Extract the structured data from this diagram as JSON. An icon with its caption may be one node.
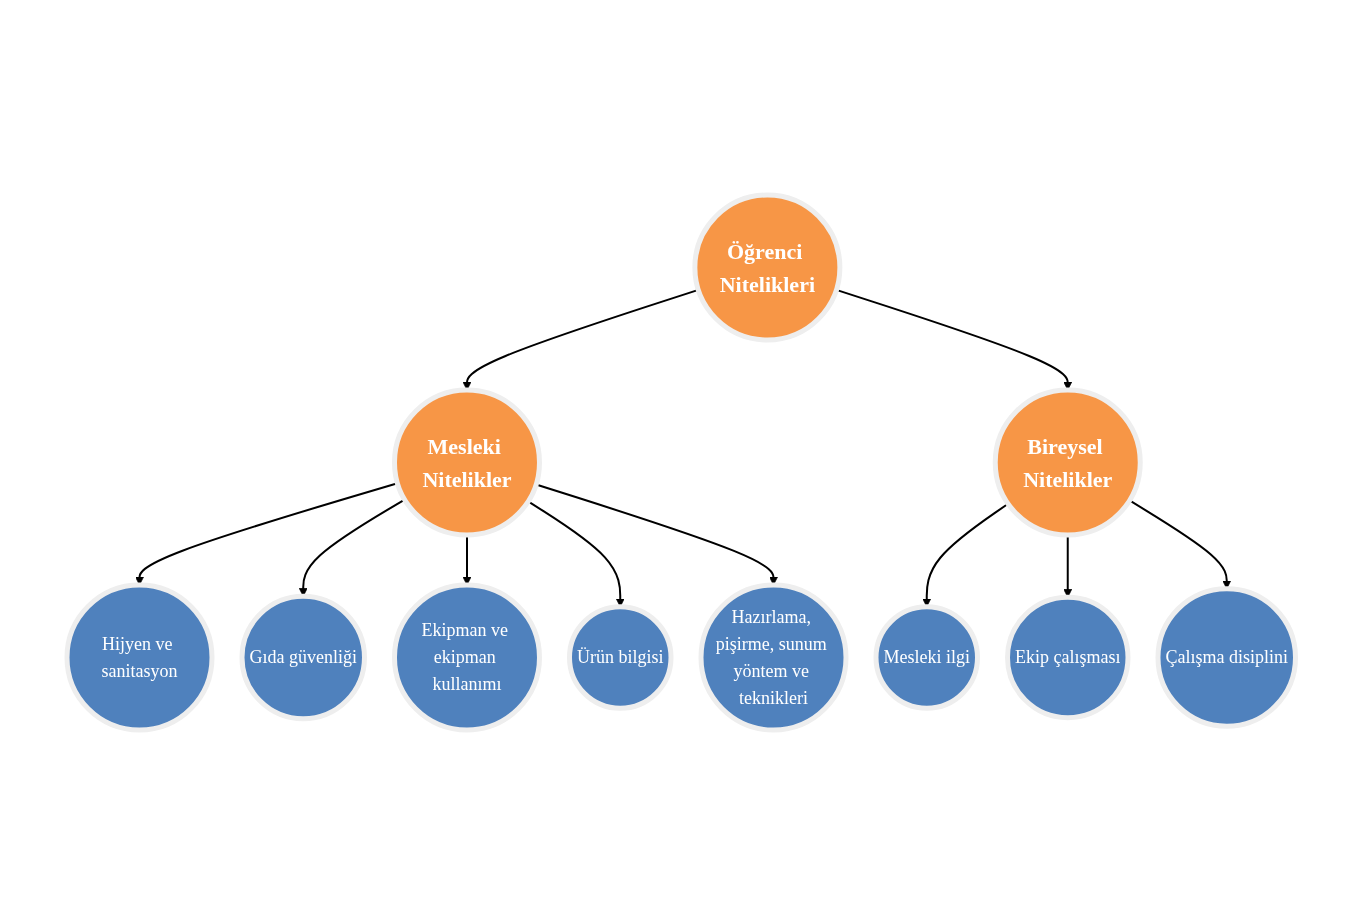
{
  "diagram": {
    "nodes": [
      {
        "text": [
          "Öğrenci Nitelikleri"
        ]
      },
      {
        "text": [
          "Hijyen ve sanitasyon"
        ]
      },
      {
        "text": [
          "Mesleki Nitelikler"
        ]
      },
      {
        "text": [
          "Bireysel Nitelikler"
        ]
      },
      {
        "text": [
          "Mesleki ilgi"
        ]
      },
      {
        "text": [
          "Gıda güvenliği"
        ]
      },
      {
        "text": [
          "Ekipman ve ekipman kullanımı"
        ]
      },
      {
        "text": [
          "Ürün bilgisi"
        ]
      },
      {
        "text": [
          "Hazırlama, pişirme, sunum yöntem ve teknikleri"
        ]
      },
      {
        "text": [
          "Çalışma disiplini"
        ]
      },
      {
        "text": [
          "Ekip çalışması"
        ]
      }
    ],
    "edges": [
      {
        "from": 0,
        "to": 2,
        "arrow": "to"
      },
      {
        "from": 0,
        "to": 3,
        "arrow": "to"
      },
      {
        "from": 2,
        "to": 1,
        "arrow": "to"
      },
      {
        "from": 2,
        "to": 5,
        "arrow": "to"
      },
      {
        "from": 2,
        "to": 6,
        "arrow": "to"
      },
      {
        "from": 2,
        "to": 7,
        "arrow": "to"
      },
      {
        "from": 2,
        "to": 8,
        "arrow": "to"
      },
      {
        "from": 3,
        "to": 4,
        "arrow": "to"
      },
      {
        "from": 3,
        "to": 10,
        "arrow": "to"
      },
      {
        "from": 3,
        "to": 9,
        "arrow": "to"
      }
    ]
  }
}
